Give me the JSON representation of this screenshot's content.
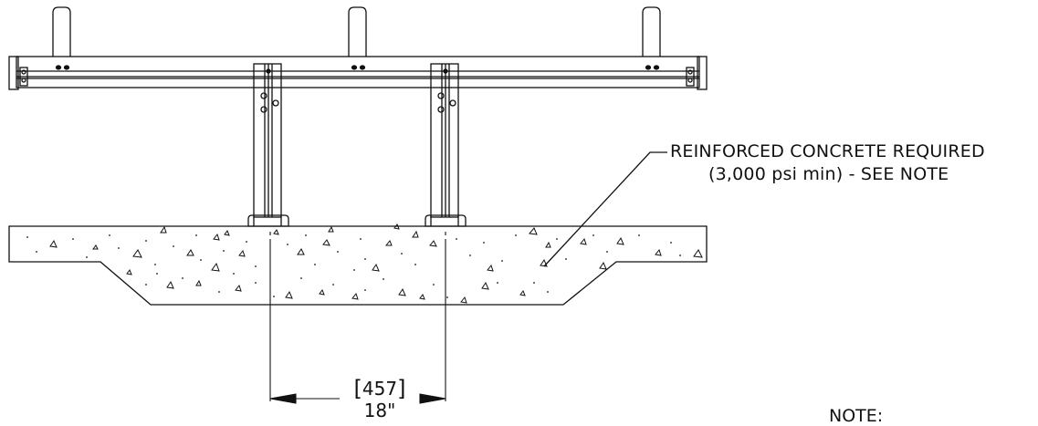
{
  "callout": {
    "line1": "REINFORCED CONCRETE REQUIRED",
    "line2": "(3,000 psi min) - SEE NOTE"
  },
  "dimension": {
    "metric": "457",
    "imperial": "18\""
  },
  "note": {
    "label": "NOTE:"
  },
  "colors": {
    "line": "#111111",
    "background": "#ffffff"
  }
}
